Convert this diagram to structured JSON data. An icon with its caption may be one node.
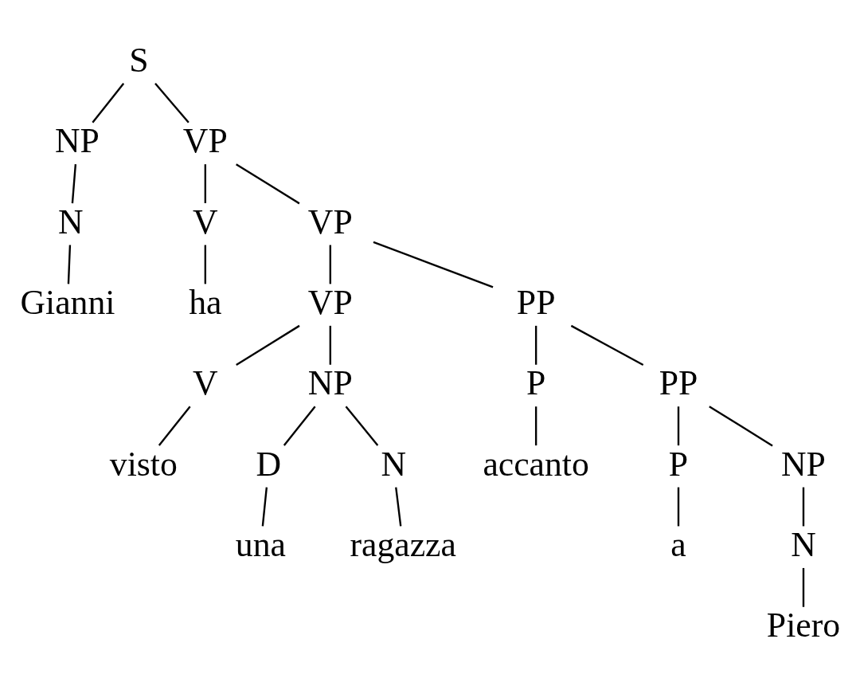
{
  "diagram": {
    "nodes": [
      {
        "text": [
          "S"
        ]
      },
      {
        "text": [
          "NP"
        ]
      },
      {
        "text": [
          "VP"
        ]
      },
      {
        "text": [
          "N"
        ]
      },
      {
        "text": [
          "V"
        ]
      },
      {
        "text": [
          "VP"
        ]
      },
      {
        "text": [
          "Gianni"
        ]
      },
      {
        "text": [
          "ha"
        ]
      },
      {
        "text": [
          "VP"
        ]
      },
      {
        "text": [
          "PP"
        ]
      },
      {
        "text": [
          "V"
        ]
      },
      {
        "text": [
          "NP"
        ]
      },
      {
        "text": [
          "P"
        ]
      },
      {
        "text": [
          "PP"
        ]
      },
      {
        "text": [
          "visto"
        ]
      },
      {
        "text": [
          "D"
        ]
      },
      {
        "text": [
          "N"
        ]
      },
      {
        "text": [
          "accanto"
        ]
      },
      {
        "text": [
          "P"
        ]
      },
      {
        "text": [
          "NP"
        ]
      },
      {
        "text": [
          "una"
        ]
      },
      {
        "text": [
          "ragazza"
        ]
      },
      {
        "text": [
          "a"
        ]
      },
      {
        "text": [
          "N"
        ]
      },
      {
        "text": [
          "Piero"
        ]
      }
    ],
    "edges": [
      {
        "from": 0,
        "to": 1,
        "arrow": "none"
      },
      {
        "from": 0,
        "to": 2,
        "arrow": "none"
      },
      {
        "from": 1,
        "to": 3,
        "arrow": "none"
      },
      {
        "from": 3,
        "to": 6,
        "arrow": "none"
      },
      {
        "from": 2,
        "to": 4,
        "arrow": "none"
      },
      {
        "from": 2,
        "to": 5,
        "arrow": "none"
      },
      {
        "from": 4,
        "to": 7,
        "arrow": "none"
      },
      {
        "from": 5,
        "to": 8,
        "arrow": "none"
      },
      {
        "from": 5,
        "to": 9,
        "arrow": "none"
      },
      {
        "from": 8,
        "to": 10,
        "arrow": "none"
      },
      {
        "from": 8,
        "to": 11,
        "arrow": "none"
      },
      {
        "from": 10,
        "to": 14,
        "arrow": "none"
      },
      {
        "from": 11,
        "to": 15,
        "arrow": "none"
      },
      {
        "from": 11,
        "to": 16,
        "arrow": "none"
      },
      {
        "from": 15,
        "to": 20,
        "arrow": "none"
      },
      {
        "from": 16,
        "to": 21,
        "arrow": "none"
      },
      {
        "from": 9,
        "to": 12,
        "arrow": "none"
      },
      {
        "from": 9,
        "to": 13,
        "arrow": "none"
      },
      {
        "from": 12,
        "to": 17,
        "arrow": "none"
      },
      {
        "from": 13,
        "to": 18,
        "arrow": "none"
      },
      {
        "from": 13,
        "to": 19,
        "arrow": "none"
      },
      {
        "from": 18,
        "to": 22,
        "arrow": "none"
      },
      {
        "from": 19,
        "to": 23,
        "arrow": "none"
      },
      {
        "from": 23,
        "to": 24,
        "arrow": "none"
      }
    ]
  }
}
